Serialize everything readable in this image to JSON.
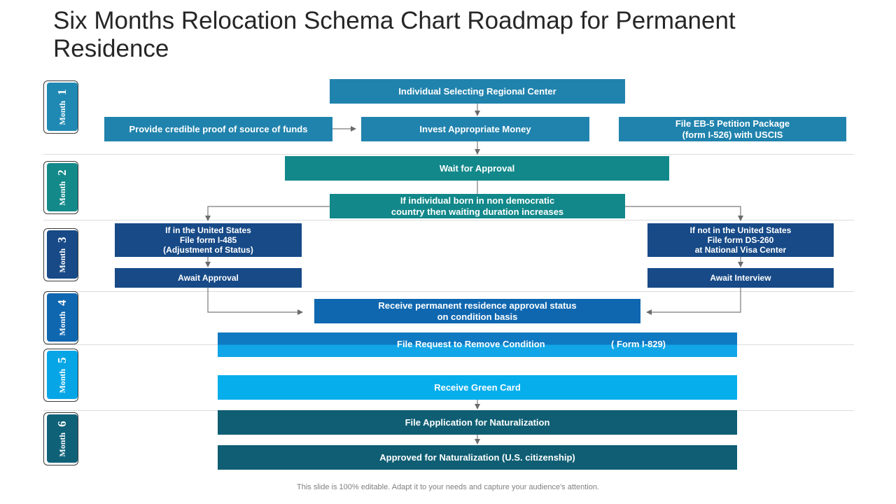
{
  "title": "Six Months Relocation Schema Chart Roadmap for Permanent Residence",
  "months": [
    {
      "word": "Month",
      "num": "1",
      "color": "#1f89b3"
    },
    {
      "word": "Month",
      "num": "2",
      "color": "#14898a"
    },
    {
      "word": "Month",
      "num": "3",
      "color": "#174a87"
    },
    {
      "word": "Month",
      "num": "4",
      "color": "#0f67b0"
    },
    {
      "word": "Month",
      "num": "5",
      "color": "#06a6e6"
    },
    {
      "word": "Month",
      "num": "6",
      "color": "#0f6178"
    }
  ],
  "boxes": {
    "regional_center": "Individual Selecting Regional Center",
    "proof_of_funds": "Provide credible proof of source of funds",
    "invest_money": "Invest Appropriate Money",
    "eb5_petition": "File EB-5 Petition Package\n(form I-526) with USCIS",
    "wait_approval": "Wait for Approval",
    "non_democratic": "If individual born in non democratic\ncountry then waiting duration increases",
    "in_us": "If in the United States\nFile form I-485\n(Adjustment of Status)",
    "not_in_us": "If not in the United States\nFile form DS-260\nat National Visa Center",
    "await_approval": "Await Approval",
    "await_interview": "Await Interview",
    "receive_status": "Receive permanent residence approval status\non condition basis",
    "remove_condition": "File Request to Remove Condition",
    "remove_condition_form": "( Form I-829)",
    "green_card": "Receive Green Card",
    "naturalization_app": "File Application for Naturalization",
    "naturalization_approved": "Approved for Naturalization (U.S. citizenship)"
  },
  "colors": {
    "month1_box": "#2083ad",
    "month2_box": "#12888a",
    "month3_box": "#174a87",
    "month4_box": "#0f67b0",
    "remove_condition_top": "#0f79c2",
    "remove_condition_bottom": "#11a6e8",
    "month5_box": "#06aeec",
    "month6_box": "#0f5e73"
  },
  "footer": "This slide is 100% editable. Adapt it to your needs and capture your audience's attention."
}
